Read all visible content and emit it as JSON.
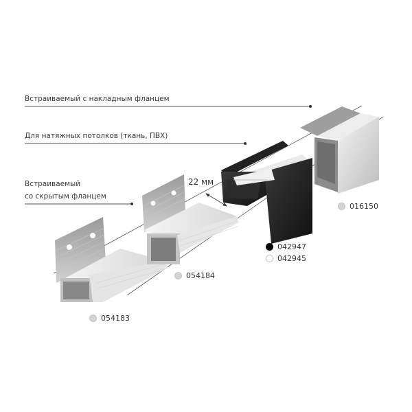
{
  "callouts": [
    {
      "text": "Встраиваемый с накладным фланцем"
    },
    {
      "text": "Для натяжных потолков (ткань, ПВХ)"
    },
    {
      "line1": "Встраиваемый",
      "line2": "со скрытым фланцем"
    }
  ],
  "dimension": {
    "label": "22 мм"
  },
  "products": [
    {
      "code": "054183",
      "color_name": "silver",
      "swatch": "#d4d4d4"
    },
    {
      "code": "054184",
      "color_name": "silver",
      "swatch": "#d4d4d4"
    },
    {
      "code": "042947",
      "color_name": "black",
      "swatch": "#000000"
    },
    {
      "code": "042945",
      "color_name": "white",
      "swatch": "#ffffff"
    },
    {
      "code": "016150",
      "color_name": "silver",
      "swatch": "#d4d4d4"
    }
  ]
}
